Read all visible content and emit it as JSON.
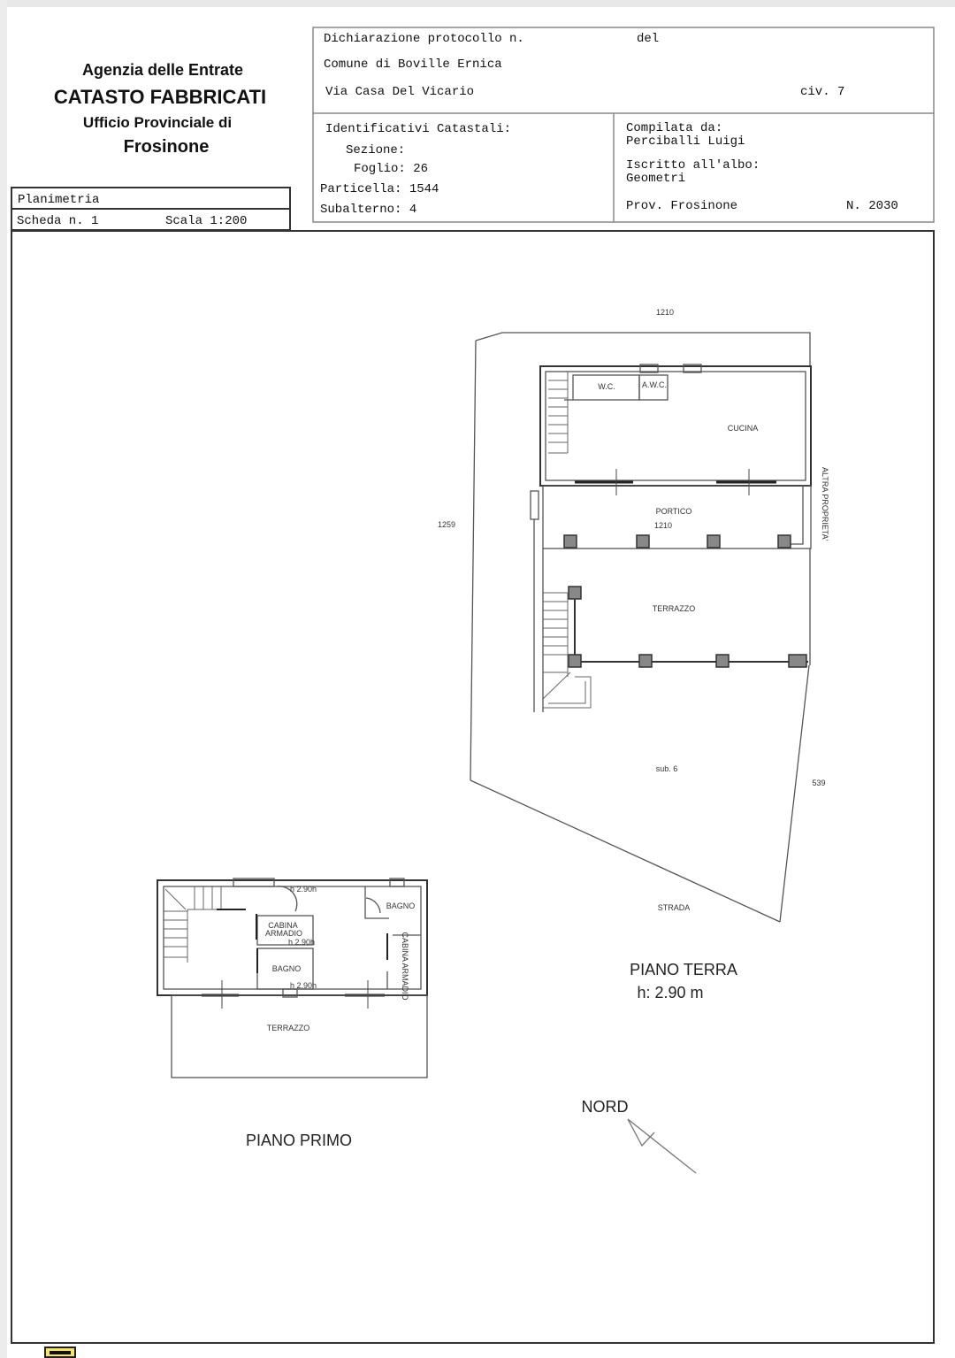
{
  "header": {
    "agency": "Agenzia delle Entrate",
    "catasto": "CATASTO FABBRICATI",
    "ufficio": "Ufficio Provinciale di",
    "provincia": "Frosinone",
    "planimetria": "Planimetria",
    "scheda": "Scheda n. 1",
    "scala": "Scala 1:200"
  },
  "declaration": {
    "protocollo": "Dichiarazione protocollo n.",
    "del": "del",
    "comune": "Comune di Boville Ernica",
    "via": "Via Casa Del Vicario",
    "civ": "civ. 7"
  },
  "identificativi": {
    "title": "Identificativi Catastali:",
    "sezione": "Sezione:",
    "foglio": "Foglio: 26",
    "particella": "Particella: 1544",
    "subalterno": "Subalterno: 4"
  },
  "compilatore": {
    "compilata_label": "Compilata da:",
    "name": "Perciballi Luigi",
    "albo_label": "Iscritto all'albo:",
    "albo": "Geometri",
    "prov": "Prov. Frosinone",
    "numero": "N. 2030"
  },
  "piano_terra": {
    "dim_top": "1210",
    "dim_left": "1259",
    "dim_right": "539",
    "dim_portico": "1210",
    "wc1": "W.C.",
    "wc2": "A.W.C.",
    "cucina": "CUCINA",
    "portico": "PORTICO",
    "terrazzo": "TERRAZZO",
    "altra": "ALTRA PROPRIETA'",
    "sub6": "sub. 6",
    "strada": "STRADA",
    "title": "PIANO TERRA",
    "height": "h: 2.90 m"
  },
  "piano_primo": {
    "bagno1": "BAGNO",
    "bagno2": "BAGNO",
    "cabina1a": "CABINA",
    "cabina1b": "ARMADIO",
    "cabina2": "CABINA ARMADIO",
    "terrazzo": "TERRAZZO",
    "h1": "h 2.90h",
    "h2": "h 2.90h",
    "h3": "h 2.90h",
    "title": "PIANO PRIMO"
  },
  "nord": "NORD"
}
